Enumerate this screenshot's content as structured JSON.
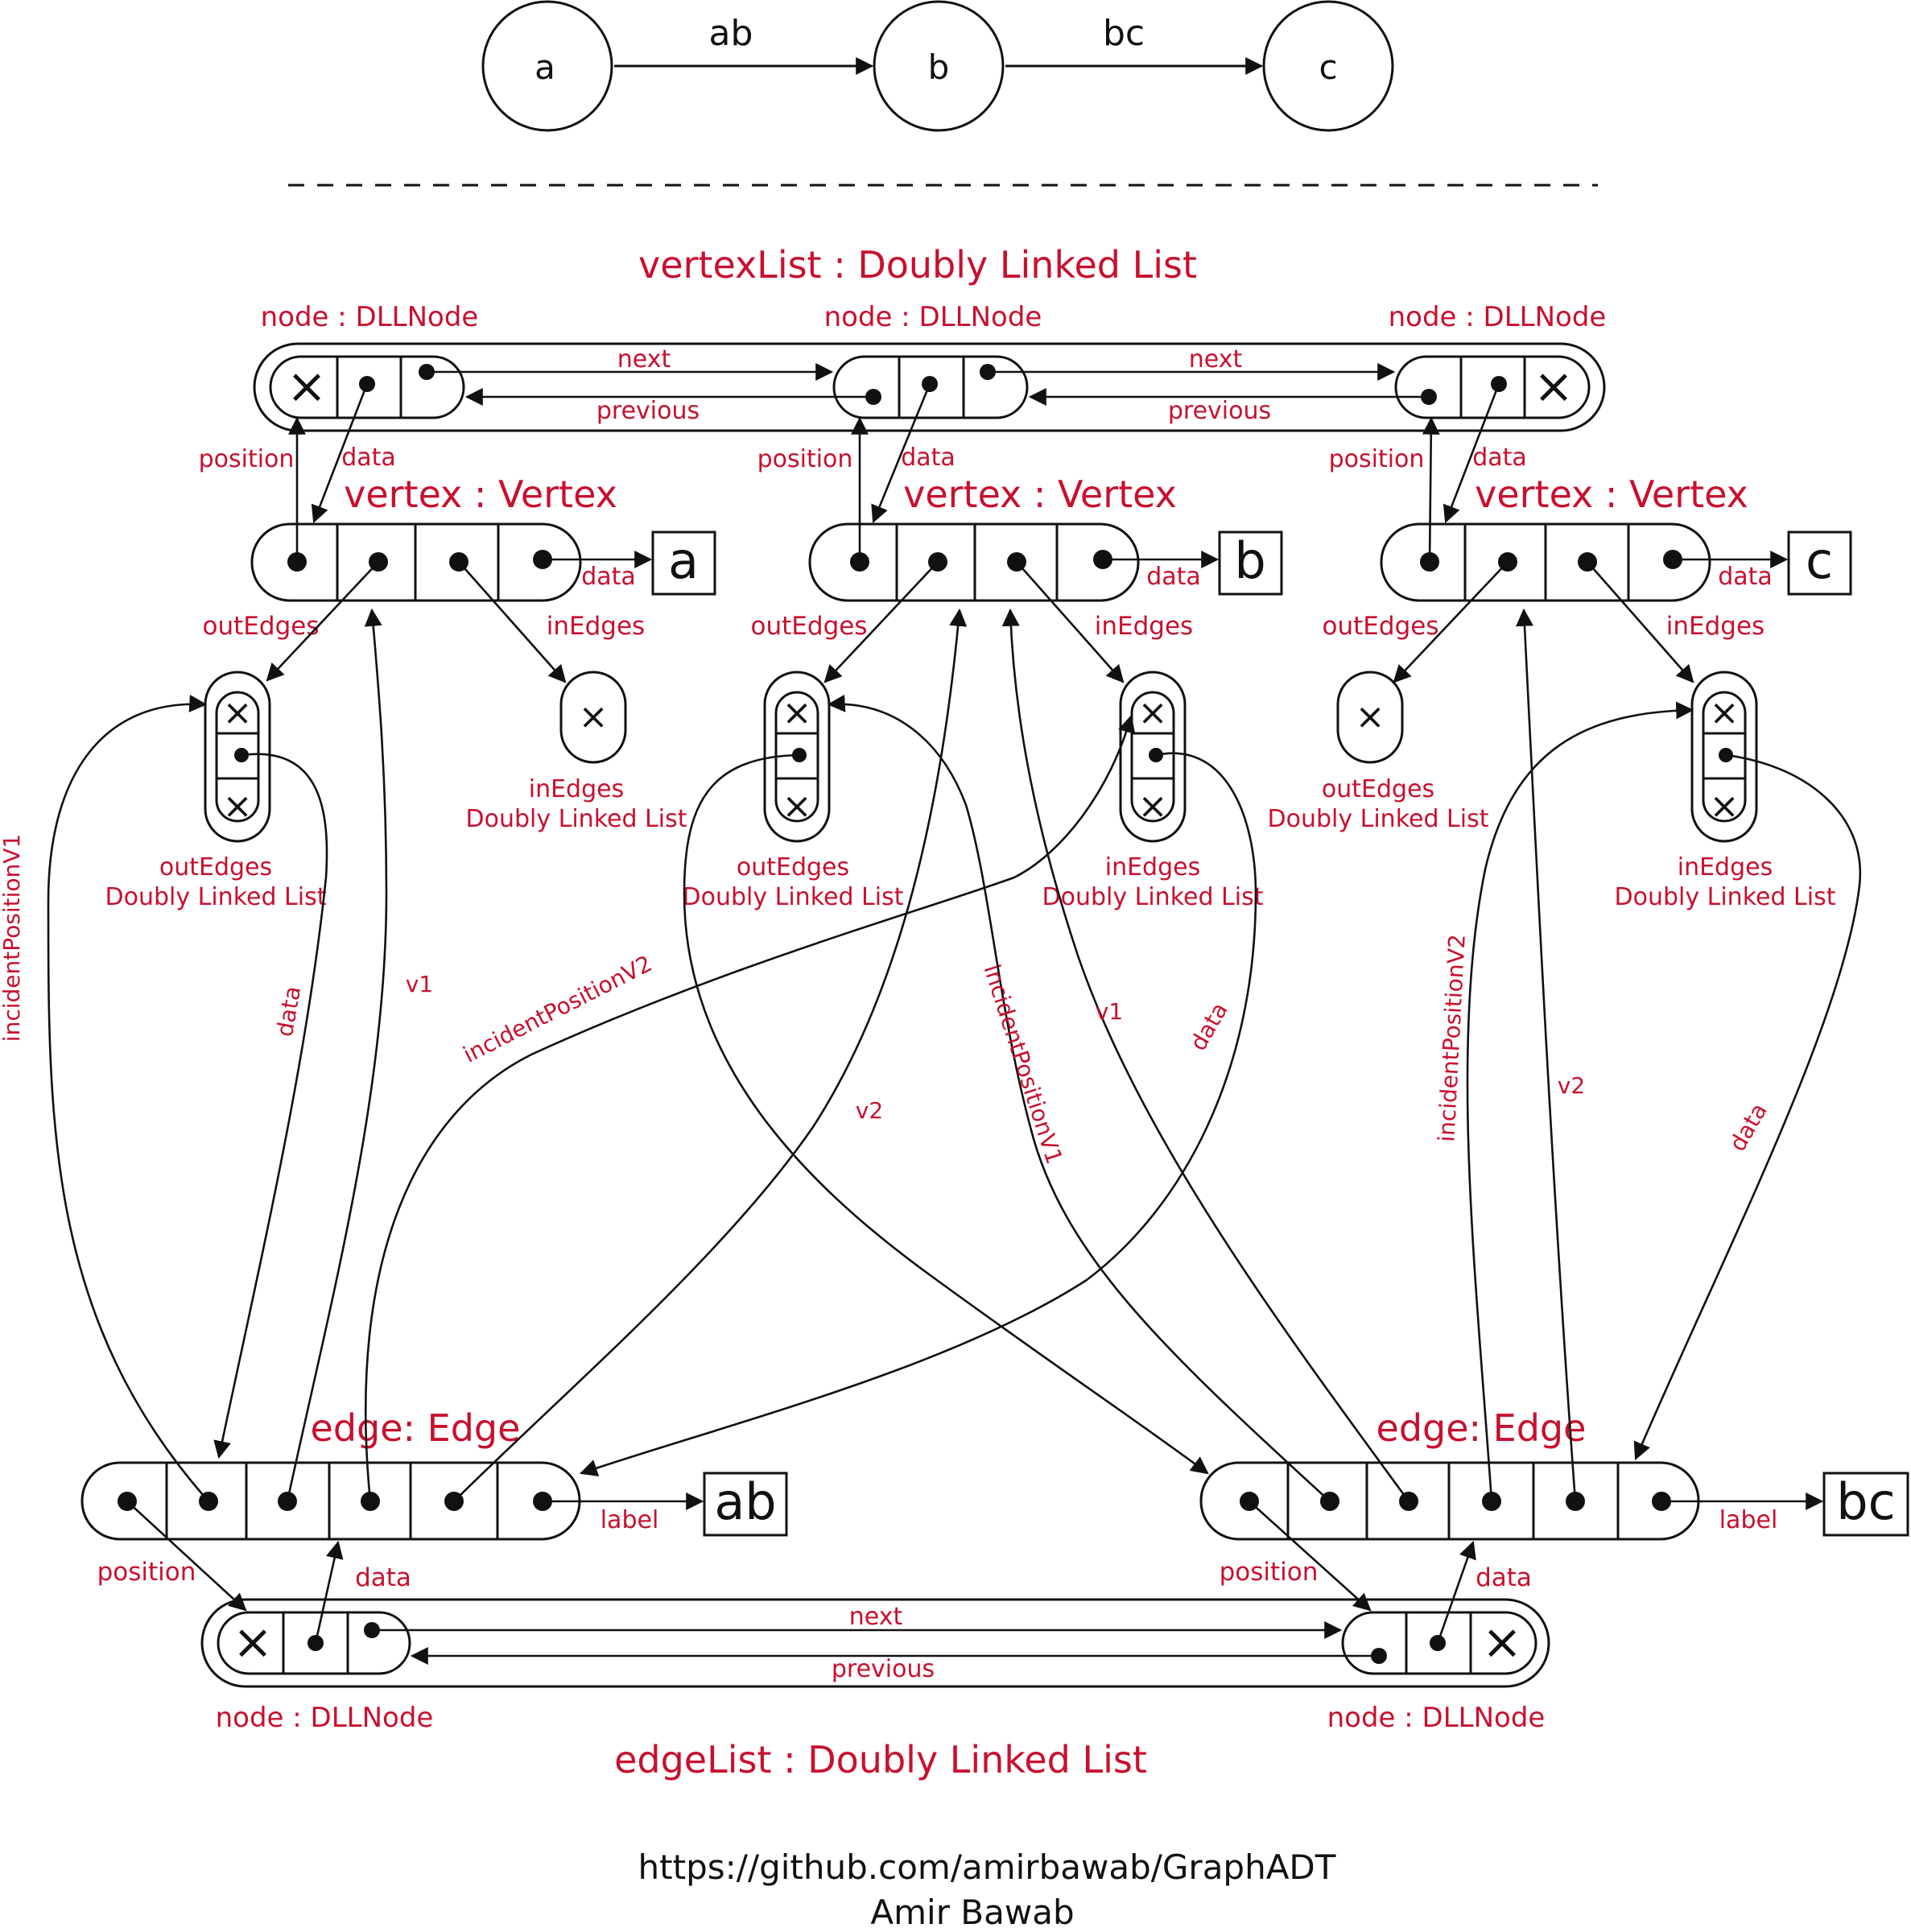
{
  "graph": {
    "vertices": [
      "a",
      "b",
      "c"
    ],
    "edges": [
      "ab",
      "bc"
    ]
  },
  "vertex_list": {
    "title": "vertexList : Doubly Linked List",
    "node_label": "node : DLLNode",
    "next": "next",
    "previous": "previous"
  },
  "vertex": {
    "title": "vertex : Vertex",
    "position": "position",
    "data": "data",
    "out_edges": "outEdges",
    "in_edges": "inEdges",
    "values": [
      "a",
      "b",
      "c"
    ]
  },
  "incidence_lists": {
    "out_title": "outEdges",
    "in_title": "inEdges",
    "dll": "Doubly Linked List",
    "empty_mark": "×"
  },
  "pointer_labels": {
    "incident_v1": "incidentPositionV1",
    "incident_v2": "incidentPositionV2",
    "data": "data",
    "v1": "v1",
    "v2": "v2"
  },
  "edge": {
    "title": "edge: Edge",
    "position": "position",
    "data": "data",
    "label": "label",
    "values": [
      "ab",
      "bc"
    ]
  },
  "edge_list": {
    "title": "edgeList : Doubly Linked List",
    "node_label": "node : DLLNode",
    "next": "next",
    "previous": "previous"
  },
  "null_mark": "×",
  "footer": {
    "url": "https://github.com/amirbawab/GraphADT",
    "author": "Amir Bawab"
  }
}
